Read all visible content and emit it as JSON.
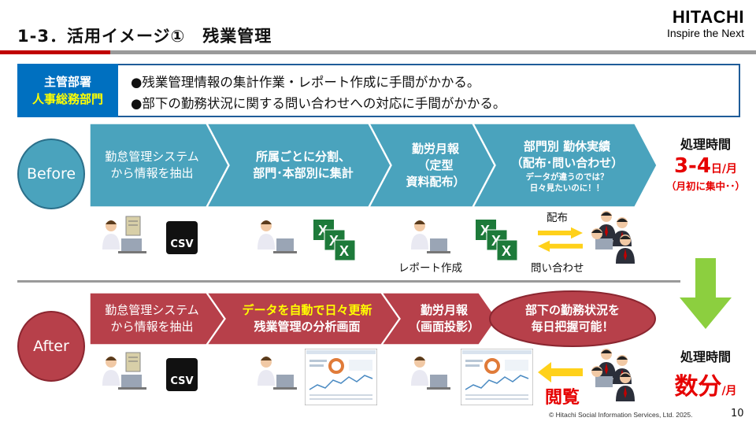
{
  "header": {
    "title": "1-3．活用イメージ①　残業管理",
    "logo_brand": "HITACHI",
    "logo_tagline": "Inspire the Next"
  },
  "info": {
    "label_line1": "主管部署",
    "label_line2": "人事総務部門",
    "bullets": [
      "●残業管理情報の集計作業・レポート作成に手間がかかる。",
      "●部下の勤務状況に関する問い合わせへの対応に手間がかかる。"
    ]
  },
  "before": {
    "circle_label": "Before",
    "steps": [
      {
        "lines": [
          "勤怠管理システム",
          "から情報を抽出"
        ]
      },
      {
        "lines": [
          "所属ごとに分割、",
          "部門･本部別に集計"
        ]
      },
      {
        "lines": [
          "勤労月報",
          "（定型",
          "資料配布）"
        ]
      },
      {
        "lines": [
          "部門別 勤休実績",
          "（配布･問い合わせ）"
        ],
        "note_lines": [
          "データが違うのでは？",
          "日々見たいのに！！"
        ]
      }
    ],
    "time_label": "処理時間",
    "time_value": "3-4",
    "time_unit": "日/月",
    "time_note": "（月初に集中･･）",
    "caption_report": "レポート作成",
    "caption_distribute": "配布",
    "caption_inquiry": "問い合わせ"
  },
  "after": {
    "circle_label": "After",
    "steps": [
      {
        "lines": [
          "勤怠管理システム",
          "から情報を抽出"
        ]
      },
      {
        "lines": [
          "データを自動で日々更新",
          "残業管理の分析画面"
        ]
      },
      {
        "lines": [
          "勤労月報",
          "（画面投影）"
        ]
      },
      {
        "lines": [
          "部下の勤務状況を",
          "毎日把握可能！"
        ]
      }
    ],
    "time_label": "処理時間",
    "time_value": "数分",
    "time_unit": "/月",
    "caption_view": "閲覧"
  },
  "icons": {
    "csv": "CSV",
    "excel": "X"
  },
  "footer": {
    "copyright": "© Hitachi Social Information Services, Ltd. 2025.",
    "page": "10"
  },
  "colors": {
    "teal": "#4aa3bd",
    "teal_dark": "#2b6f8a",
    "red": "#b7404a",
    "red_dark": "#8b2630",
    "blue": "#0070c0",
    "green_arrow": "#8ccf3f",
    "yellow_arrow": "#ffd11a",
    "excel_green": "#1d7a3a"
  }
}
